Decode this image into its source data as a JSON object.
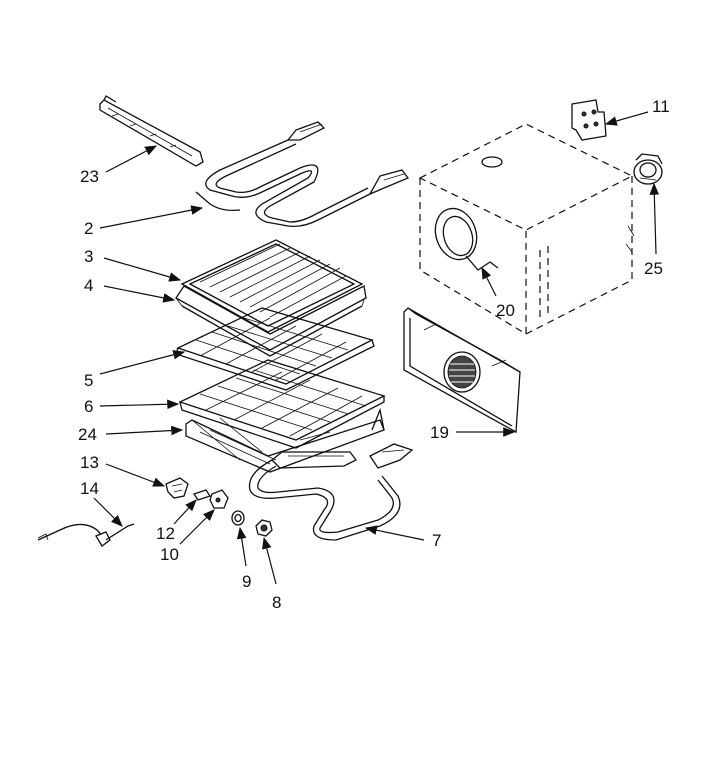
{
  "callouts": {
    "p2": "2",
    "p3": "3",
    "p4": "4",
    "p5": "5",
    "p6": "6",
    "p7": "7",
    "p8": "8",
    "p9": "9",
    "p10": "10",
    "p11": "11",
    "p12": "12",
    "p13": "13",
    "p14": "14",
    "p19": "19",
    "p20": "20",
    "p23": "23",
    "p24": "24",
    "p25": "25"
  }
}
